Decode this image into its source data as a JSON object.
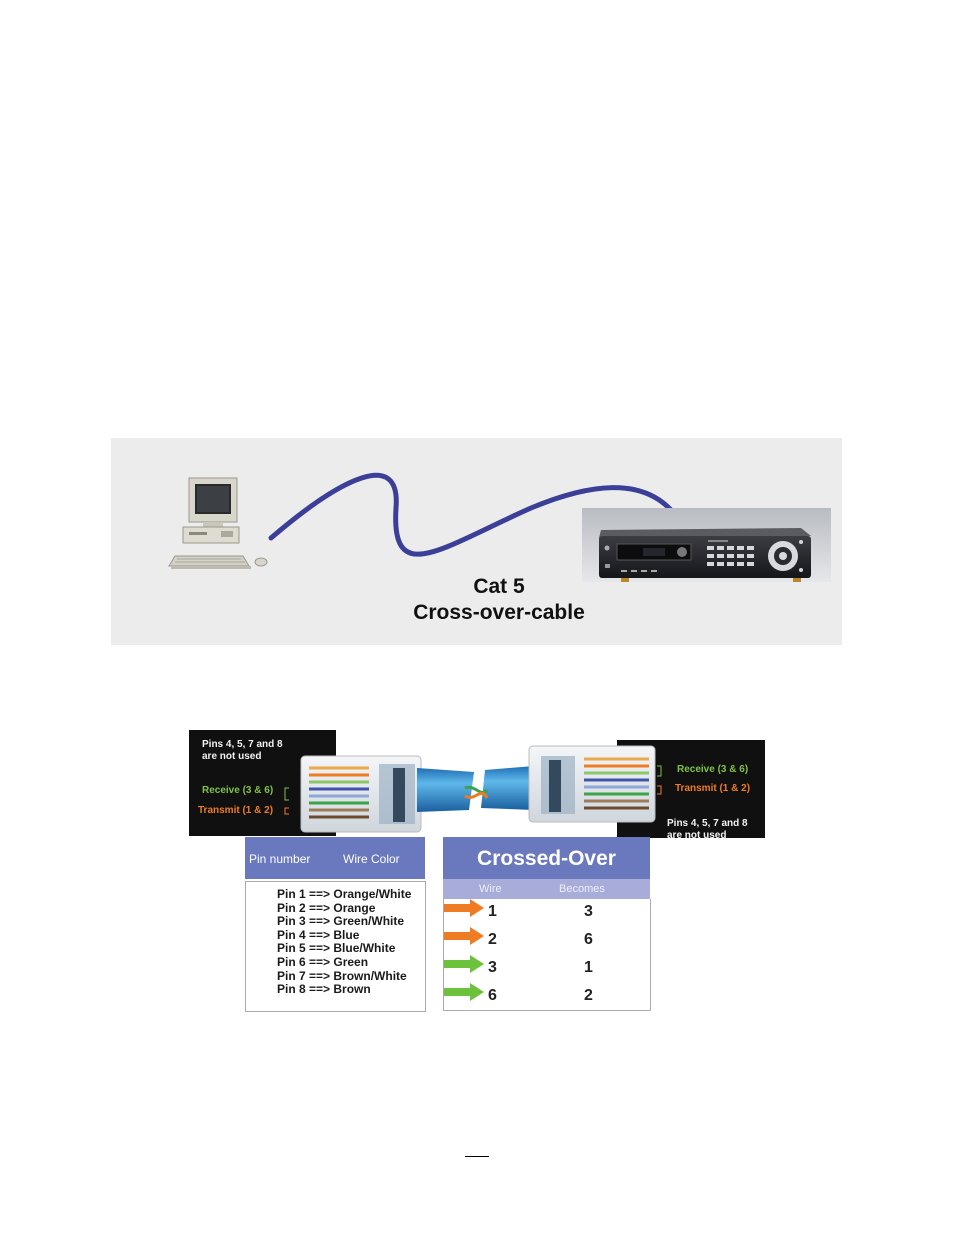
{
  "cable_figure": {
    "caption_line1": "Cat 5",
    "caption_line2": "Cross-over-cable",
    "colors": {
      "cable": "#3b3f98",
      "background": "#ececec"
    }
  },
  "wiring_figure": {
    "left_note": [
      "Pins 4, 5, 7 and 8",
      "are not used"
    ],
    "right_note": [
      "Pins 4, 5, 7 and 8",
      "are not used"
    ],
    "left_receive": "Receive (3 & 6)",
    "left_transmit": "Transmit (1 & 2)",
    "right_receive": "Receive (3 & 6)",
    "right_transmit": "Transmit (1 & 2)",
    "pin_table": {
      "header_pin": "Pin number",
      "header_color": "Wire Color",
      "rows": [
        "Pin 1 ==> Orange/White",
        "Pin 2 ==> Orange",
        "Pin 3 ==> Green/White",
        "Pin 4 ==> Blue",
        "Pin 5 ==> Blue/White",
        "Pin 6 ==> Green",
        "Pin 7 ==> Brown/White",
        "Pin 8 ==> Brown"
      ]
    },
    "crossed_over": {
      "title": "Crossed-Over",
      "header_wire": "Wire",
      "header_becomes": "Becomes",
      "rows": [
        {
          "wire": "1",
          "becomes": "3",
          "arrow": "orange"
        },
        {
          "wire": "2",
          "becomes": "6",
          "arrow": "orange"
        },
        {
          "wire": "3",
          "becomes": "1",
          "arrow": "green"
        },
        {
          "wire": "6",
          "becomes": "2",
          "arrow": "green"
        }
      ],
      "colors": {
        "orange": "#ef7b23",
        "green": "#6cc23a",
        "header": "#6a79bd"
      }
    }
  }
}
